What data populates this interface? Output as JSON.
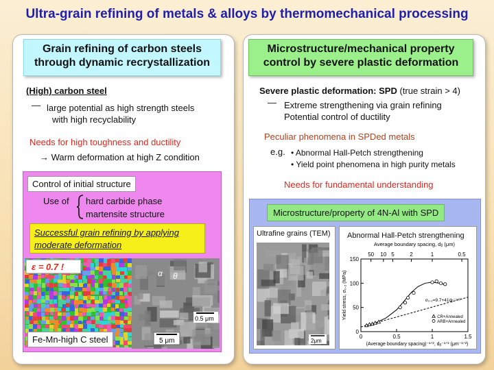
{
  "title": "Ultra-grain refining of metals & alloys by thermomechanical processing",
  "left": {
    "header": [
      "Grain refining of carbon steels",
      "through dynamic recrystallization"
    ],
    "steel_title": "(High) carbon steel",
    "dash": "—",
    "potential": [
      "large potential as high strength steels",
      "with high recyclability"
    ],
    "needs": "Needs  for high toughness and ductility",
    "warm": "→ Warm deformation at high Z condition",
    "control_label": "Control of initial structure",
    "use_of": "Use of",
    "phases": [
      "hard carbide phase",
      "martensite structure"
    ],
    "success": [
      "Successful grain refining by applying",
      "moderate deformation"
    ],
    "strain_label": "ε = 0.7 !",
    "alpha": "α",
    "theta": "θ",
    "scale_small": "0.5 μm",
    "scale_large": "5 μm",
    "steel_label": "Fe-Mn-high C steel"
  },
  "right": {
    "header": [
      "Microstructure/mechanical property",
      "control by severe plastic deformation"
    ],
    "spd_bold": "Severe plastic deformation: SPD",
    "spd_rest": " (true strain > 4)",
    "dash": "—",
    "extreme": [
      "Extreme strengthening via grain refining",
      "Potential control of ductility"
    ],
    "peculiar": "Peculiar phenomena in SPDed metals",
    "eg": "e.g.",
    "bullets": [
      "Abnormal Hall-Petch strengthening",
      "Yield point phenomena in high purity metals"
    ],
    "needs_fund": "Needs for fundamental understanding",
    "sub_label": "Microstructure/property of 4N-Al with SPD",
    "tem_label": "Ultrafine grains (TEM)",
    "tem_scale": "2μm",
    "hp_label": "Abnormal Hall-Petch strengthening"
  },
  "chart_data": {
    "type": "scatter",
    "title": "",
    "xlabel": "(Average boundary spacing)⁻¹ᐟ², dᵦ⁻¹ᐟ² (μm⁻¹ᐟ²)",
    "x2label": "Average boundary spacing, dᵦ (μm)",
    "ylabel": "Yield stress, σ₀.₂ (MPa)",
    "xlim": [
      0,
      1.5
    ],
    "ylim": [
      0,
      150
    ],
    "xticks": [
      "0",
      "0.5",
      "1",
      "1.5"
    ],
    "yticks": [
      "0",
      "50",
      "100",
      "150"
    ],
    "top_ticks": [
      {
        "label": "50",
        "x": 0.141
      },
      {
        "label": "10",
        "x": 0.316
      },
      {
        "label": "5",
        "x": 0.447
      },
      {
        "label": "2",
        "x": 0.707
      },
      {
        "label": "1",
        "x": 1.0
      },
      {
        "label": "0.5",
        "x": 1.414
      }
    ],
    "equation": "σ₀.₂=9.7+41dᵦ⁻¹ᐟ²",
    "series": [
      {
        "name": "ARB+Annealed",
        "marker": "circle",
        "x": [
          0.55,
          0.62,
          0.66,
          0.74,
          1.0,
          1.06,
          1.12,
          1.18
        ],
        "y": [
          50,
          60,
          70,
          80,
          102,
          104,
          100,
          98
        ]
      },
      {
        "name": "CR+Annealed",
        "marker": "triangle",
        "x": [
          0.08,
          0.12,
          0.16,
          0.2,
          0.25
        ],
        "y": [
          13,
          15,
          16,
          18,
          20
        ]
      }
    ],
    "hp_line": {
      "intercept": 9.7,
      "slope": 41,
      "x_range": [
        0,
        1.5
      ]
    },
    "fit_curve": {
      "x": [
        0.05,
        0.2,
        0.35,
        0.5,
        0.6,
        0.7,
        0.8,
        0.9,
        1.0,
        1.1,
        1.2
      ],
      "y": [
        12,
        18,
        28,
        45,
        62,
        80,
        93,
        100,
        102,
        100,
        96
      ]
    }
  }
}
